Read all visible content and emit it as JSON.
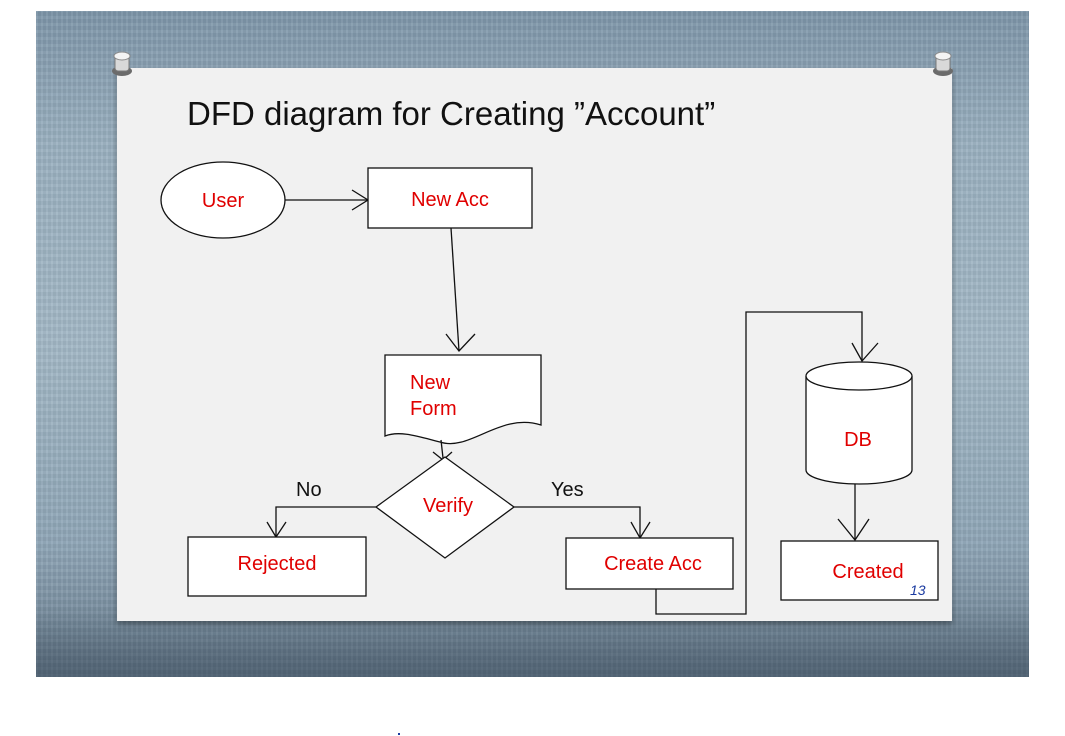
{
  "slide": {
    "title": "DFD diagram for Creating ”Account”",
    "page_number": "13"
  },
  "diagram": {
    "nodes": {
      "user": "User",
      "new_acc": "New Acc",
      "new_form_line1": "New",
      "new_form_line2": "Form",
      "verify": "Verify",
      "rejected": "Rejected",
      "create_acc": "Create Acc",
      "db": "DB",
      "created": "Created"
    },
    "edges": {
      "no_label": "No",
      "yes_label": "Yes"
    },
    "colors": {
      "node_text": "#e00000",
      "edge_text": "#111111",
      "slide_bg": "#f1f1f1"
    }
  }
}
